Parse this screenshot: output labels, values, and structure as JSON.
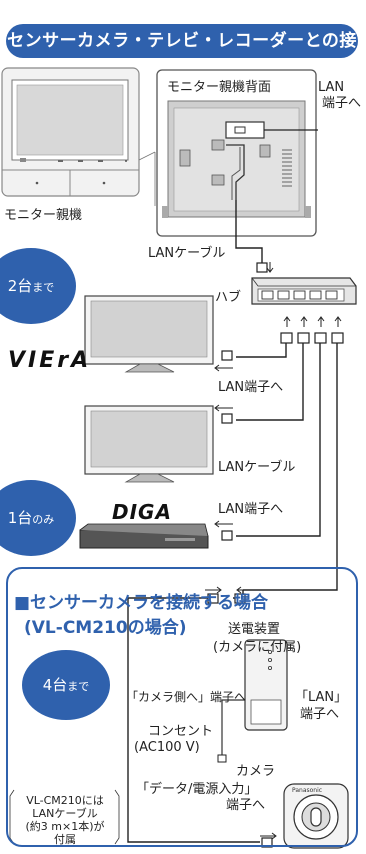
{
  "title": "センサーカメラ・テレビ・レコーダーとの接続",
  "monitor": {
    "label": "モニター親機",
    "back_label": "モニター親機背面",
    "lan_port_label_1": "LAN",
    "lan_port_label_2": "端子へ"
  },
  "lan_cable_top": "LANケーブル",
  "hub_label": "ハブ",
  "tv": {
    "count_main": "2台",
    "count_suffix": "まで",
    "brand": "VIErA"
  },
  "tv_lan_port": "LAN端子へ",
  "lan_cable_mid": "LANケーブル",
  "recorder": {
    "count_main": "1台",
    "count_suffix": "のみ",
    "brand": "DIGA"
  },
  "recorder_lan_port": "LAN端子へ",
  "camera_section": {
    "heading_1": "■センサーカメラを接続する場合",
    "heading_2": "(VL-CM210の場合)",
    "count_main": "4台",
    "count_suffix": "まで",
    "power_unit_1": "送電装置",
    "power_unit_2": "(カメラに付属)",
    "camera_side_port": "「カメラ側へ」端子へ",
    "lan_port_1": "「LAN」",
    "lan_port_2": "端子へ",
    "outlet_1": "コンセント",
    "outlet_2": "(AC100 V)",
    "camera_label": "カメラ",
    "data_port_1": "「データ/電源入力」",
    "data_port_2": "端子へ",
    "cable_note_1": "VL-CM210には",
    "cable_note_2": "LANケーブル",
    "cable_note_3": "(約3 m×1本)が",
    "cable_note_4": "付属",
    "camera_brand": "Panasonic"
  }
}
